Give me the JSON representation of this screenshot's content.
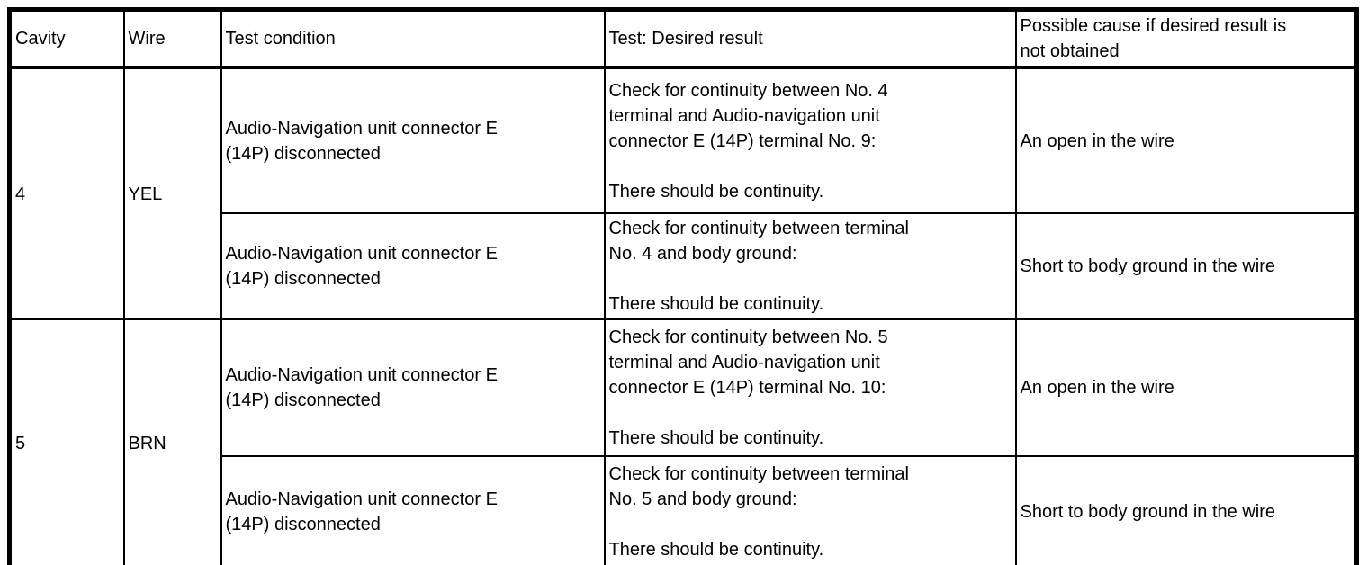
{
  "colors": {
    "background": "#ffffff",
    "text": "#000000",
    "border": "#000000"
  },
  "table": {
    "headers": {
      "cavity": "Cavity",
      "wire": "Wire",
      "test_condition": "Test condition",
      "test_desired_result": "Test: Desired result",
      "possible_cause": "Possible cause if desired result is\nnot obtained"
    },
    "groups": [
      {
        "cavity": "4",
        "wire": "YEL",
        "rows": [
          {
            "test_condition": "Audio-Navigation unit connector E\n(14P) disconnected",
            "test_desired_result": "Check for continuity between No. 4\nterminal and Audio-navigation unit\nconnector E (14P) terminal No. 9:\n\nThere should be continuity.",
            "possible_cause": "An open in the wire"
          },
          {
            "test_condition": "Audio-Navigation unit connector E\n(14P) disconnected",
            "test_desired_result": "Check for continuity between terminal\nNo. 4 and body ground:\n\nThere should be continuity.",
            "possible_cause": "Short to body ground in the wire"
          }
        ]
      },
      {
        "cavity": "5",
        "wire": "BRN",
        "rows": [
          {
            "test_condition": "Audio-Navigation unit connector E\n(14P) disconnected",
            "test_desired_result": "Check for continuity between No. 5\nterminal and Audio-navigation unit\nconnector E (14P) terminal No. 10:\n\nThere should be continuity.",
            "possible_cause": "An open in the wire"
          },
          {
            "test_condition": "Audio-Navigation unit connector E\n(14P) disconnected",
            "test_desired_result": "Check for continuity between terminal\nNo. 5 and body ground:\n\nThere should be continuity.",
            "possible_cause": "Short to body ground in the wire"
          }
        ]
      }
    ]
  }
}
